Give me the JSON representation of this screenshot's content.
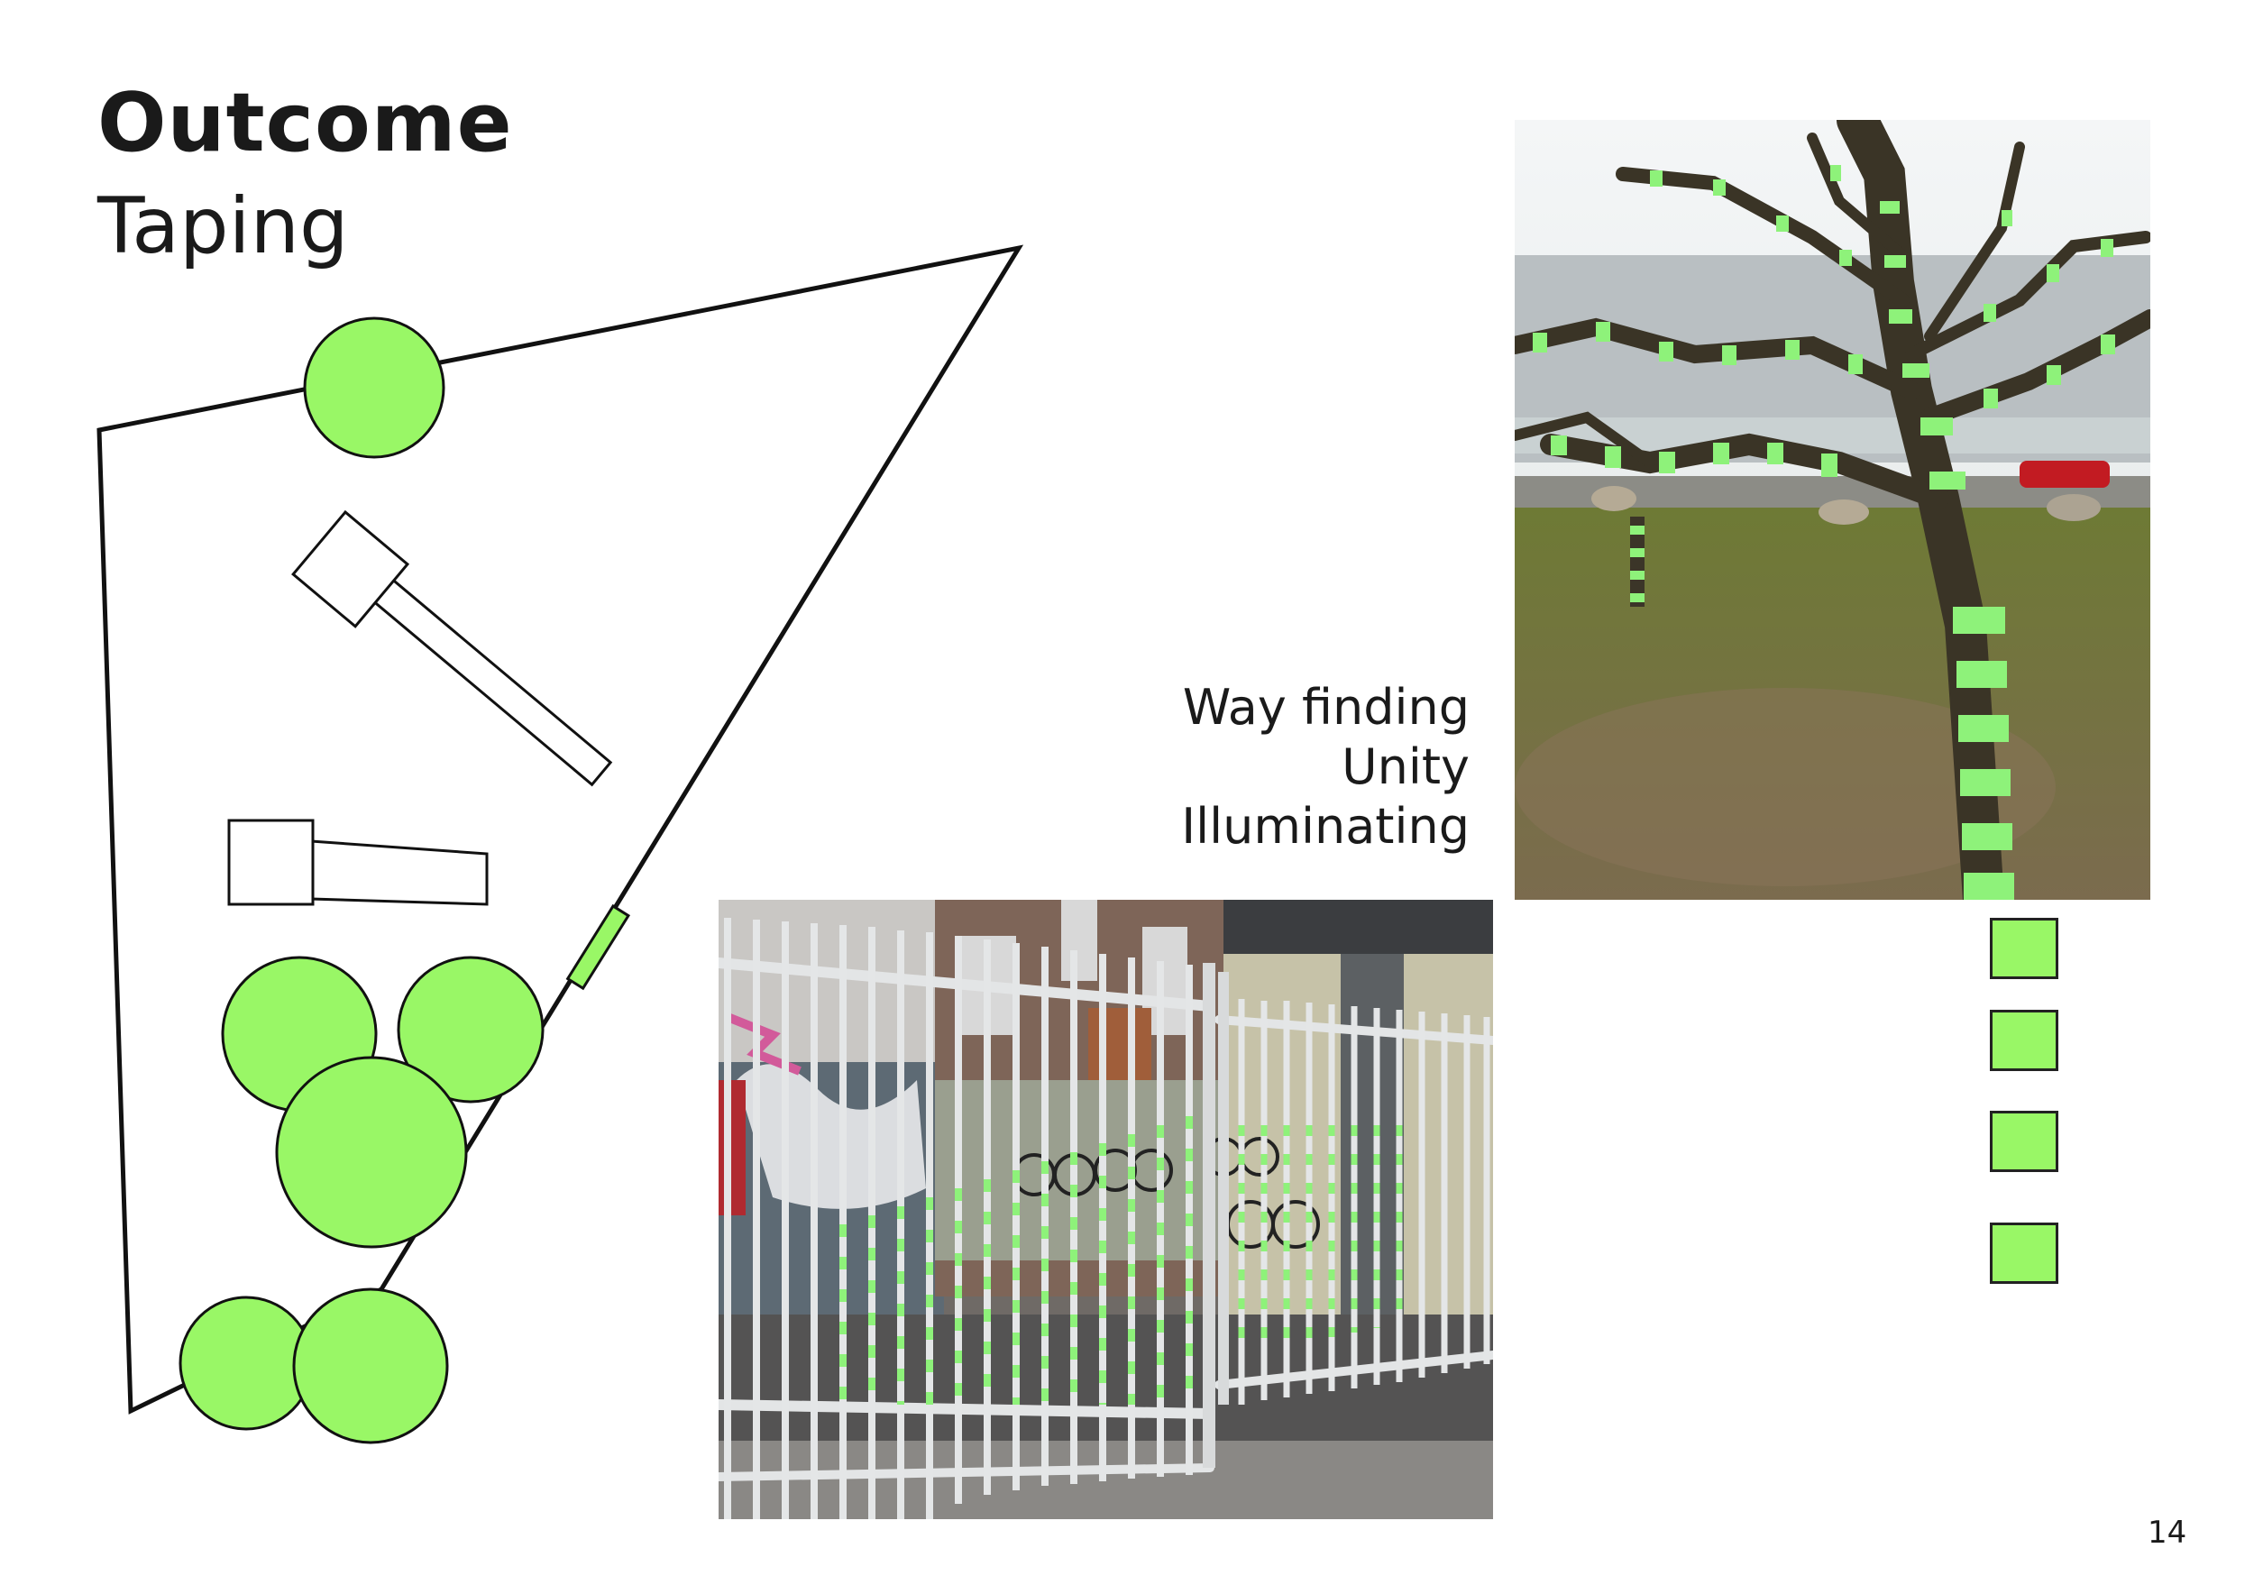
{
  "heading": {
    "title": "Outcome",
    "subtitle": "Taping"
  },
  "keywords": [
    "Way finding",
    "Unity",
    "Illuminating"
  ],
  "page_number": "14",
  "colors": {
    "tape_green": "#99f766",
    "outline": "#111111"
  },
  "images": {
    "site_plan": "site-plan-diagram",
    "tree_photo": "taped-tree-photo",
    "fence_photo": "taped-fence-photo"
  }
}
